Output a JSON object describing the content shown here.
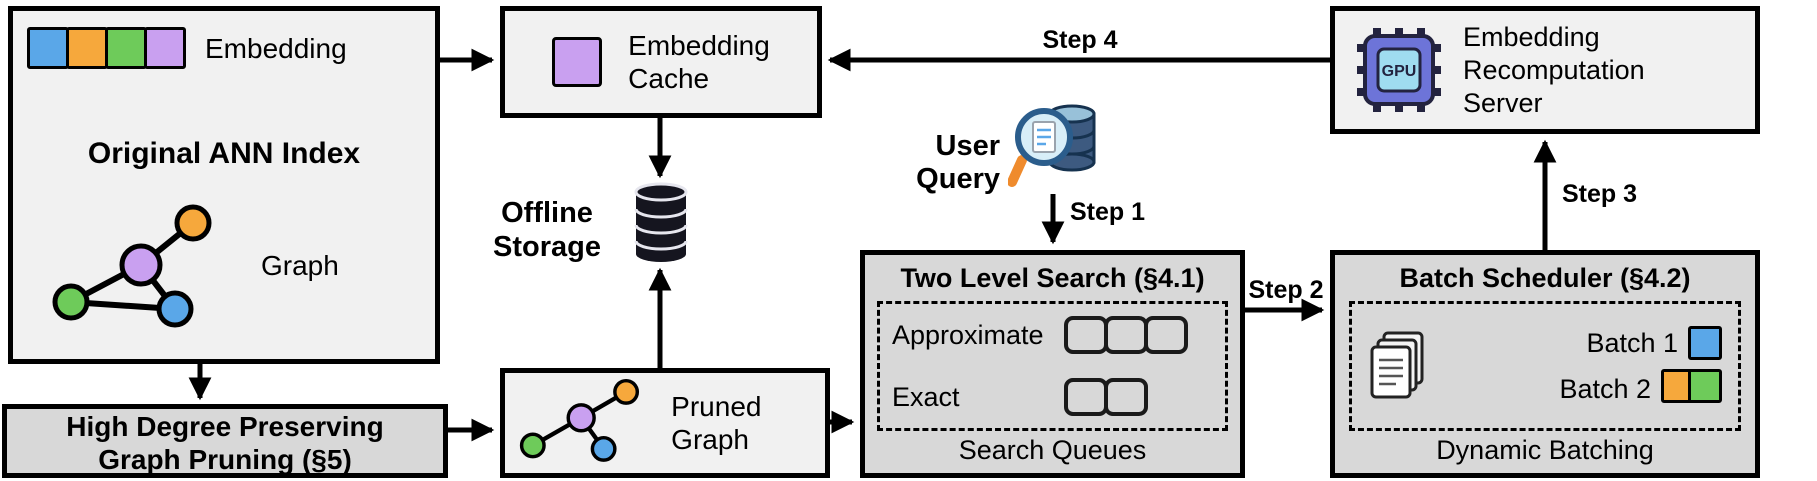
{
  "colors": {
    "box_light": "#f1f1f1",
    "box_dark": "#d8d8d8",
    "border": "#000000",
    "blue": "#5AA7E8",
    "orange": "#F6A83C",
    "green": "#6ECB5A",
    "purple": "#C9A0F0"
  },
  "diagram": {
    "original_index": {
      "embedding_label": "Embedding",
      "title": "Original ANN Index",
      "graph_label": "Graph"
    },
    "pruning": {
      "line1": "High Degree Preserving",
      "line2": "Graph Pruning (§5)"
    },
    "embedding_cache": {
      "line1": "Embedding",
      "line2": "Cache"
    },
    "offline_storage": {
      "line1": "Offline",
      "line2": "Storage"
    },
    "pruned_graph": {
      "label": "Pruned Graph"
    },
    "user_query": {
      "label": "User Query"
    },
    "steps": {
      "step1": "Step 1",
      "step2": "Step 2",
      "step3": "Step 3",
      "step4": "Step 4"
    },
    "two_level_search": {
      "title": "Two Level Search (§4.1)",
      "approximate_label": "Approximate",
      "approximate_queue_count": 3,
      "exact_label": "Exact",
      "exact_queue_count": 2,
      "footer": "Search Queues"
    },
    "batch_scheduler": {
      "title": "Batch Scheduler (§4.2)",
      "batch1_label": "Batch 1",
      "batch1_colors": [
        "blue"
      ],
      "batch2_label": "Batch 2",
      "batch2_colors": [
        "orange",
        "green"
      ],
      "footer": "Dynamic Batching"
    },
    "recomputation_server": {
      "line1": "Embedding",
      "line2": "Recomputation",
      "line3": "Server"
    },
    "gpu_icon_label": "GPU"
  }
}
